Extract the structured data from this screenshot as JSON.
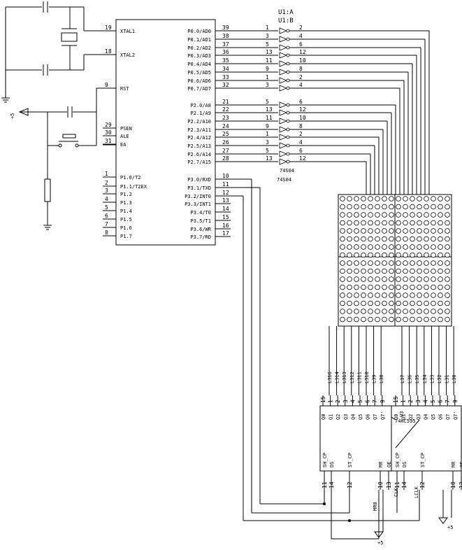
{
  "mcu": {
    "left_pins": [
      {
        "num": "19",
        "label": "XTAL1"
      },
      {
        "num": "18",
        "label": "XTAL2"
      },
      {
        "num": "9",
        "label": "RST"
      },
      {
        "num": "29",
        "label": "PSEN"
      },
      {
        "num": "30",
        "label": "ALE"
      },
      {
        "num": "31",
        "label": "EA"
      },
      {
        "num": "1",
        "label": "P1.0/T2"
      },
      {
        "num": "2",
        "label": "P1.1/T2EX"
      },
      {
        "num": "3",
        "label": "P1.2"
      },
      {
        "num": "4",
        "label": "P1.3"
      },
      {
        "num": "5",
        "label": "P1.4"
      },
      {
        "num": "6",
        "label": "P1.5"
      },
      {
        "num": "7",
        "label": "P1.6"
      },
      {
        "num": "8",
        "label": "P1.7"
      }
    ],
    "right_pins": [
      {
        "num": "39",
        "label": "P0.0/AD0"
      },
      {
        "num": "38",
        "label": "P0.1/AD1"
      },
      {
        "num": "37",
        "label": "P0.2/AD2"
      },
      {
        "num": "36",
        "label": "P0.3/AD3"
      },
      {
        "num": "35",
        "label": "P0.4/AD4"
      },
      {
        "num": "34",
        "label": "P0.5/AD5"
      },
      {
        "num": "33",
        "label": "P0.6/AD6"
      },
      {
        "num": "32",
        "label": "P0.7/AD7"
      },
      {
        "num": "21",
        "label": "P2.0/A8"
      },
      {
        "num": "22",
        "label": "P2.1/A9"
      },
      {
        "num": "23",
        "label": "P2.2/A10"
      },
      {
        "num": "24",
        "label": "P2.3/A11"
      },
      {
        "num": "25",
        "label": "P2.4/A12"
      },
      {
        "num": "26",
        "label": "P2.5/A13"
      },
      {
        "num": "27",
        "label": "P2.6/A14"
      },
      {
        "num": "28",
        "label": "P2.7/A15"
      },
      {
        "num": "10",
        "label": "P3.0/RXD"
      },
      {
        "num": "11",
        "label": "P3.1/TXD"
      },
      {
        "num": "12",
        "label": "P3.2/INT0"
      },
      {
        "num": "13",
        "label": "P3.3/INT1"
      },
      {
        "num": "14",
        "label": "P3.4/T0"
      },
      {
        "num": "15",
        "label": "P3.5/T1"
      },
      {
        "num": "16",
        "label": "P3.6/WR"
      },
      {
        "num": "17",
        "label": "P3.7/RD"
      }
    ]
  },
  "inverters": {
    "title_top": "U1:A",
    "title_bottom": "U1:B",
    "part": "74S04",
    "rows": [
      {
        "in": "1",
        "out": "2"
      },
      {
        "in": "3",
        "out": "4"
      },
      {
        "in": "5",
        "out": "6"
      },
      {
        "in": "13",
        "out": "12"
      },
      {
        "in": "11",
        "out": "10"
      },
      {
        "in": "9",
        "out": "8"
      },
      {
        "in": "1",
        "out": "2"
      },
      {
        "in": "3",
        "out": "4"
      },
      {
        "in": "5",
        "out": "6"
      },
      {
        "in": "13",
        "out": "12"
      },
      {
        "in": "11",
        "out": "10"
      },
      {
        "in": "9",
        "out": "8"
      },
      {
        "in": "1",
        "out": "2"
      },
      {
        "in": "3",
        "out": "4"
      },
      {
        "in": "5",
        "out": "6"
      },
      {
        "in": "13",
        "out": "12"
      }
    ]
  },
  "shift_registers": {
    "left": {
      "col_labels": [
        "L316",
        "L314",
        "L313",
        "L312",
        "L311",
        "L310",
        "L39",
        "L38"
      ],
      "top_pins": [
        "15",
        "1",
        "2",
        "3",
        "4",
        "5",
        "6",
        "7",
        "9"
      ],
      "q_labels": [
        "Q0",
        "Q1",
        "Q2",
        "Q3",
        "Q4",
        "Q5",
        "Q6",
        "Q7",
        "Q7'"
      ],
      "bottom_labels": [
        "SH_CP",
        "DS",
        "ST_CP",
        "MR",
        "OE"
      ],
      "bottom_pins": [
        "11",
        "14",
        "12",
        "10",
        "13"
      ],
      "net_label": "MR0"
    },
    "right": {
      "col_labels": [
        "L37",
        "L36",
        "L35",
        "L34",
        "L33",
        "L32",
        "L31",
        "L30"
      ],
      "top_pins": [
        "15",
        "1",
        "2",
        "3",
        "4",
        "5",
        "6",
        "7",
        "9"
      ],
      "q_labels": [
        "Q0",
        "Q1",
        "Q2",
        "Q3",
        "Q4",
        "Q5",
        "Q6",
        "Q7",
        "Q7'"
      ],
      "part": "74HC595",
      "ref": "U3",
      "bottom_labels": [
        "SH_CP",
        "DS",
        "ST_CP",
        "MR",
        "OE"
      ],
      "bottom_pins": [
        "11",
        "14",
        "12",
        "10",
        "13"
      ],
      "net_labels": [
        "CLK",
        "LCLK"
      ]
    }
  },
  "power_label": "+5"
}
